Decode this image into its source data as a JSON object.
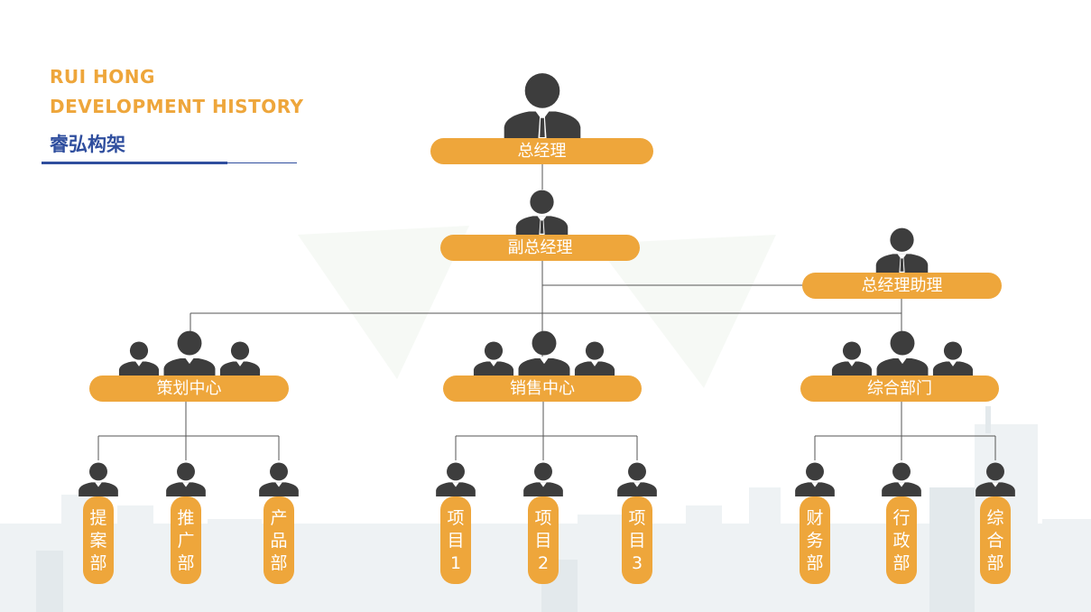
{
  "header": {
    "line1": "RUI HONG",
    "line2": "DEVELOPMENT HISTORY",
    "title_cn": "睿弘构架"
  },
  "colors": {
    "accent": "#eea63b",
    "person": "#3d3d3d",
    "title": "#2f4e9e",
    "line": "#555555"
  },
  "org": {
    "gm": "总经理",
    "deputy": "副总经理",
    "assistant": "总经理助理",
    "centers": [
      {
        "name": "策划中心",
        "units": [
          "提案部",
          "推广部",
          "产品部"
        ]
      },
      {
        "name": "销售中心",
        "units": [
          "项目1",
          "项目2",
          "项目3"
        ]
      },
      {
        "name": "综合部门",
        "units": [
          "财务部",
          "行政部",
          "综合部"
        ]
      }
    ]
  }
}
